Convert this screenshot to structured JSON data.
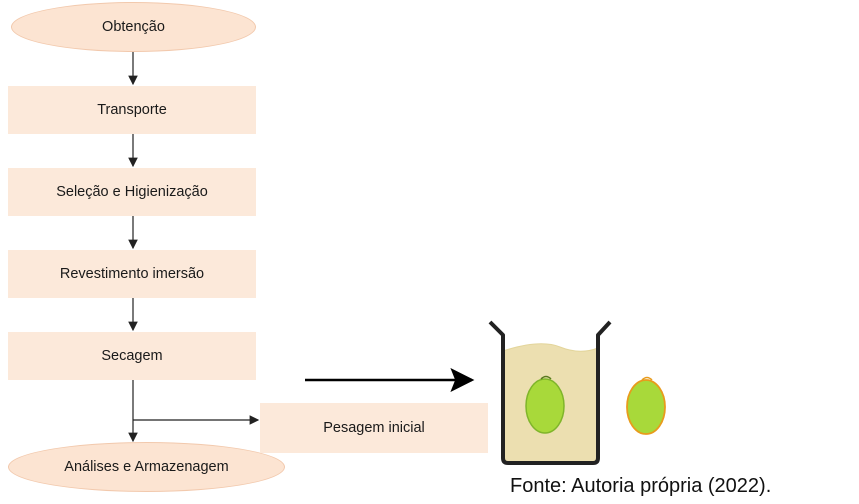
{
  "flowchart": {
    "steps": [
      "Obtenção",
      "Transporte",
      "Seleção e Higienização",
      "Revestimento imersão",
      "Secagem",
      "Análises e Armazenagem"
    ],
    "side_step": "Pesagem inicial"
  },
  "illustration": {
    "items": [
      "beaker-with-coating-solution-icon",
      "fruit-in-beaker-icon",
      "coated-fruit-icon"
    ],
    "colors": {
      "liquid": "#ecdfb0",
      "liquid_surface": "#e3d59b",
      "fruit": "#a8d93a",
      "fruit_outline": "#7fb52a",
      "coated_fruit_outline": "#e89b1c",
      "glass": "#222222"
    }
  },
  "caption": "Fonte: Autoria própria (2022)."
}
